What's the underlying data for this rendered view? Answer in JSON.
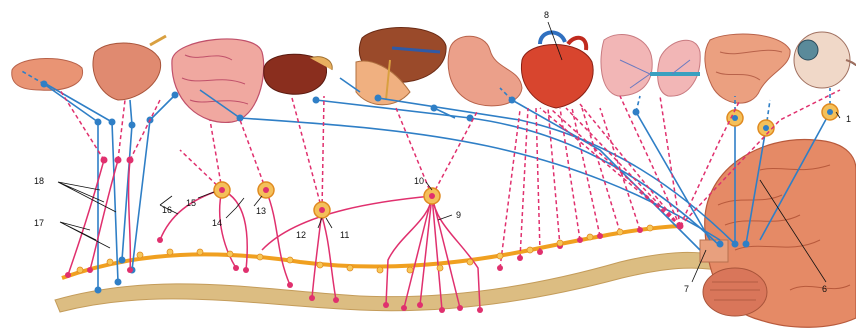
{
  "colors": {
    "sympathetic": "#e0306e",
    "parasympathetic": "#2f7fc6",
    "spinal_cord": "#d9b87a",
    "sympathetic_trunk": "#f0a020",
    "ganglion": "#f4c05a"
  },
  "labels": {
    "n1": "1",
    "n6": "6",
    "n7": "7",
    "n8": "8",
    "n9": "9",
    "n10": "10",
    "n11": "11",
    "n12": "12",
    "n13": "13",
    "n14": "14",
    "n15": "15",
    "n16": "16",
    "n17": "17",
    "n18": "18"
  }
}
